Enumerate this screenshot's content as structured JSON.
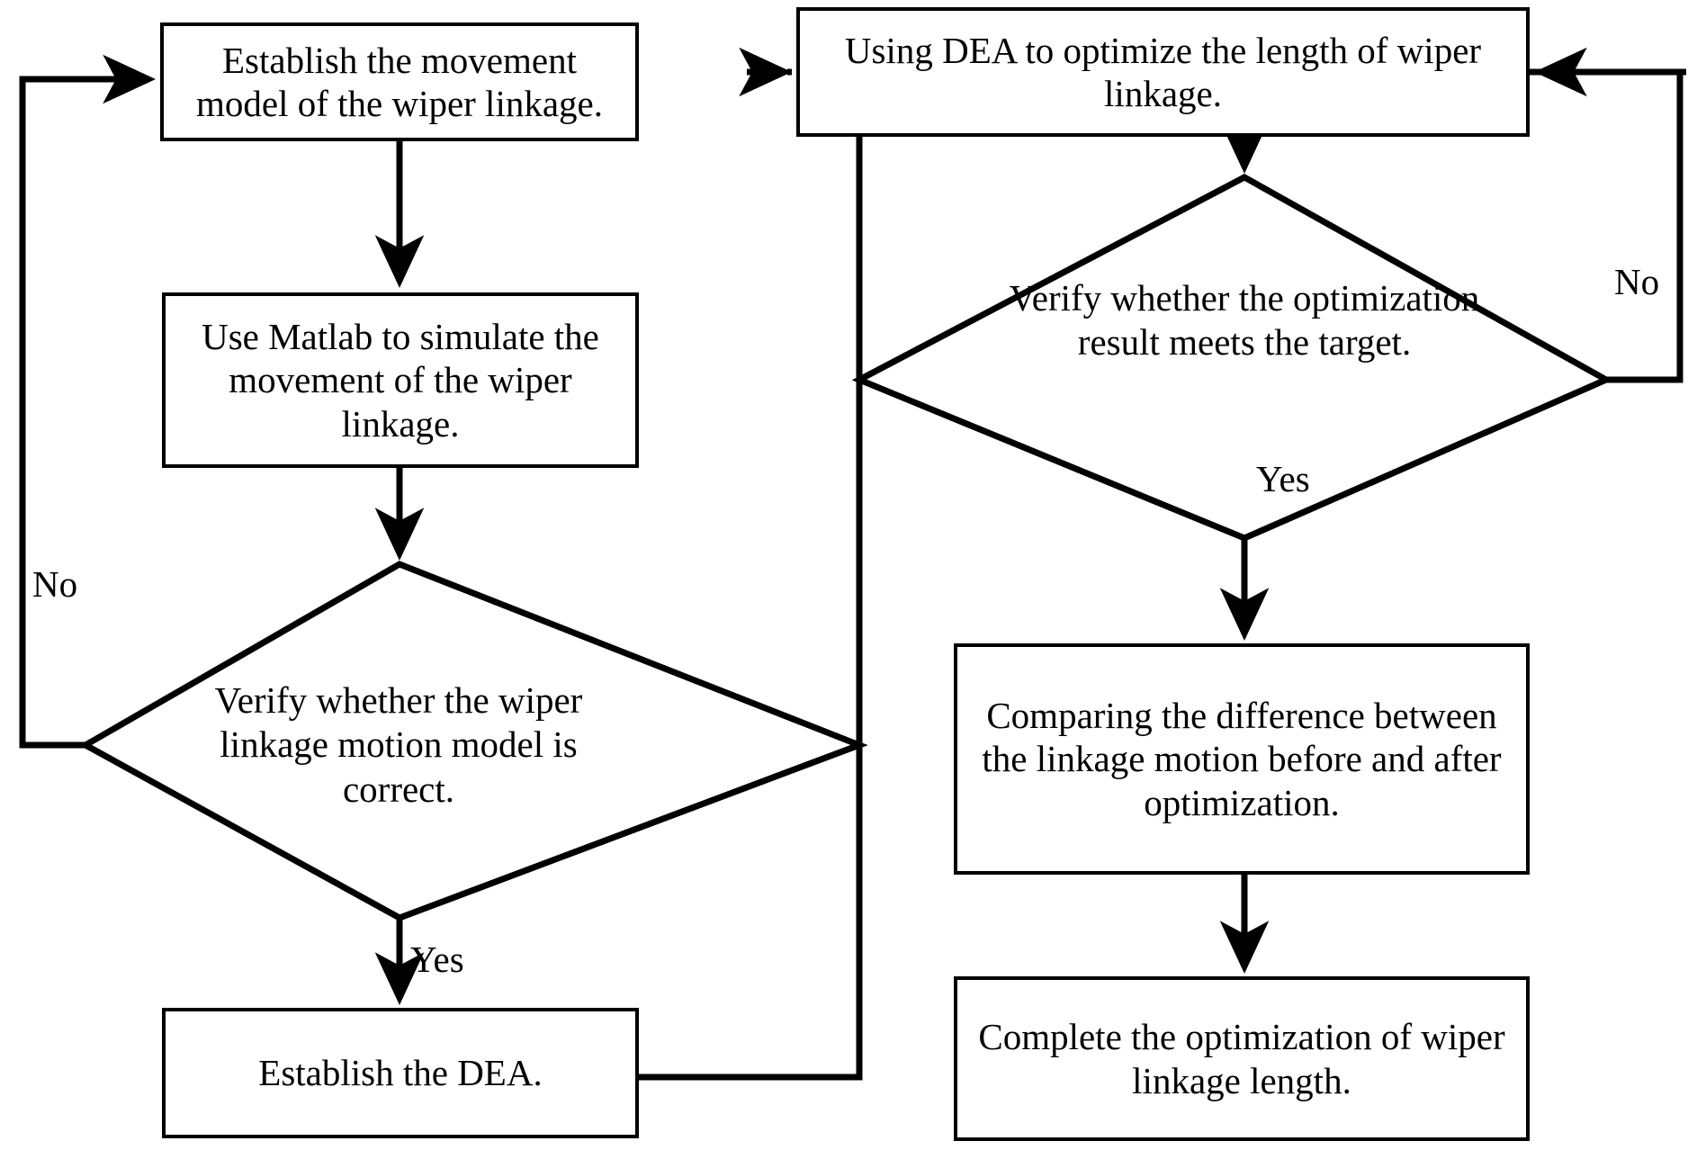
{
  "diagram": {
    "title": "Wiper linkage optimization flowchart",
    "stroke_color": "#000000",
    "fill_color": "#ffffff",
    "nodes": [
      {
        "id": "establish-movement-model",
        "shape": "process",
        "text": "Establish the movement model of the wiper linkage."
      },
      {
        "id": "use-matlab-simulate",
        "shape": "process",
        "text": "Use Matlab to simulate the movement of the wiper linkage."
      },
      {
        "id": "verify-motion-model",
        "shape": "decision",
        "text": "Verify whether the wiper linkage motion model is correct."
      },
      {
        "id": "establish-dea",
        "shape": "process",
        "text": "Establish the DEA."
      },
      {
        "id": "using-dea-optimize",
        "shape": "process",
        "text": "Using DEA to optimize the length of wiper linkage."
      },
      {
        "id": "verify-optimization-result",
        "shape": "decision",
        "text": "Verify whether the optimization result meets the target."
      },
      {
        "id": "comparing-difference",
        "shape": "process",
        "text": "Comparing the difference between the linkage motion before and after optimization."
      },
      {
        "id": "complete-optimization",
        "shape": "process",
        "text": "Complete the optimization of wiper linkage length."
      }
    ],
    "edge_labels": {
      "left_no": "No",
      "left_yes": "Yes",
      "right_no": "No",
      "right_yes": "Yes"
    }
  }
}
